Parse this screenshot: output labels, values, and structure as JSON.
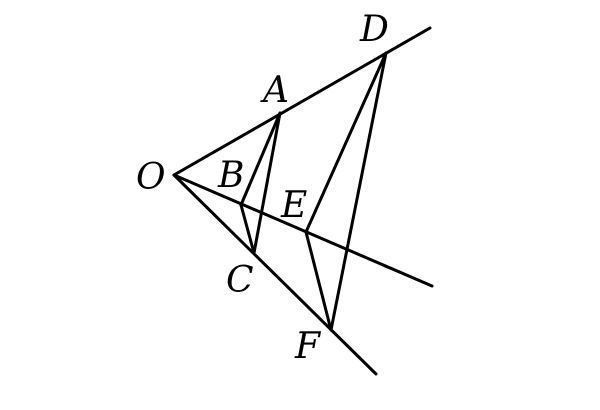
{
  "points": {
    "O": "O",
    "A": "A",
    "B": "B",
    "C": "C",
    "D": "D",
    "E": "E",
    "F": "F"
  },
  "colors": {
    "stroke": "#000000",
    "background": "#ffffff"
  }
}
